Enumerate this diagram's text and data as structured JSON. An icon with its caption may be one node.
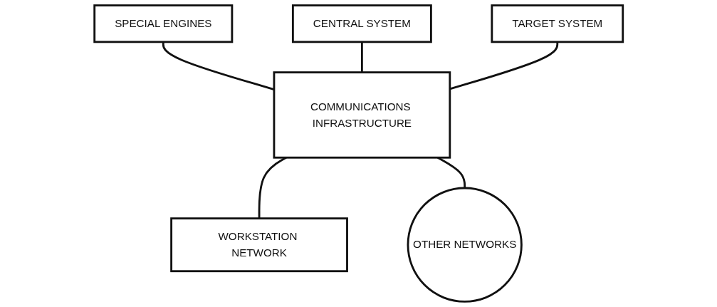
{
  "diagram": {
    "nodes": [
      {
        "text": [
          "SPECIAL ENGINES"
        ]
      },
      {
        "text": [
          "CENTRAL SYSTEM"
        ]
      },
      {
        "text": [
          "TARGET SYSTEM"
        ]
      },
      {
        "text": [
          "COMMUNICATIONS INFRASTRUCTURE"
        ]
      },
      {
        "text": [
          "WORKSTATION NETWORK"
        ]
      },
      {
        "text": [
          "OTHER NETWORKS"
        ]
      }
    ],
    "edges": [
      {
        "from": 0,
        "to": 3,
        "arrow": "none"
      },
      {
        "from": 1,
        "to": 3,
        "arrow": "none"
      },
      {
        "from": 2,
        "to": 3,
        "arrow": "none"
      },
      {
        "from": 3,
        "to": 4,
        "arrow": "none"
      },
      {
        "from": 3,
        "to": 5,
        "arrow": "none"
      }
    ]
  }
}
